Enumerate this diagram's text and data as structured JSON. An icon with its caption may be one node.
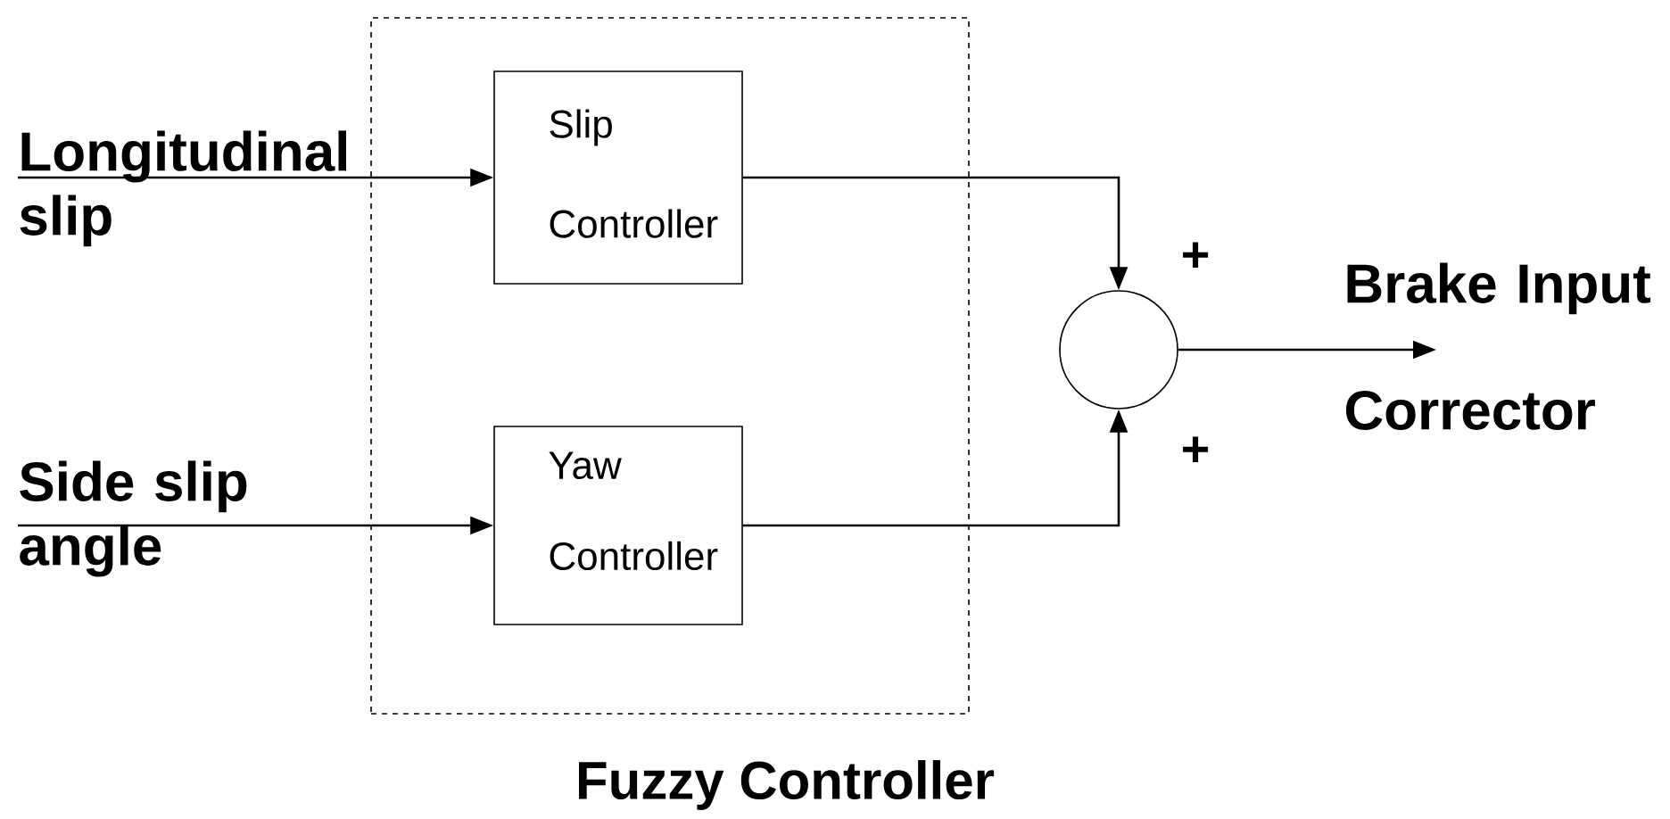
{
  "diagram": {
    "nodes": [
      {
        "text": [
          "Fuzzy Controller"
        ]
      },
      {
        "text": [
          "Longitudinal slip"
        ]
      },
      {
        "text": [
          "Slip Controller"
        ],
        "in": 0
      },
      {
        "text": [
          "Side slip angle"
        ]
      },
      {
        "text": [
          "Yaw Controller"
        ],
        "in": 0
      },
      {
        "text": [],
        "shape": "circle"
      },
      {
        "text": [
          "Brake Input Corrector"
        ]
      }
    ],
    "edges": [
      {
        "from": 1,
        "to": 2,
        "arrow": "to"
      },
      {
        "from": 3,
        "to": 4,
        "arrow": "to"
      },
      {
        "from": 2,
        "to": 5,
        "arrow": "to"
      },
      {
        "from": 4,
        "to": 5,
        "arrow": "to"
      },
      {
        "from": 5,
        "to": 6,
        "arrow": "to"
      }
    ],
    "labels": [
      "+",
      "+"
    ]
  }
}
